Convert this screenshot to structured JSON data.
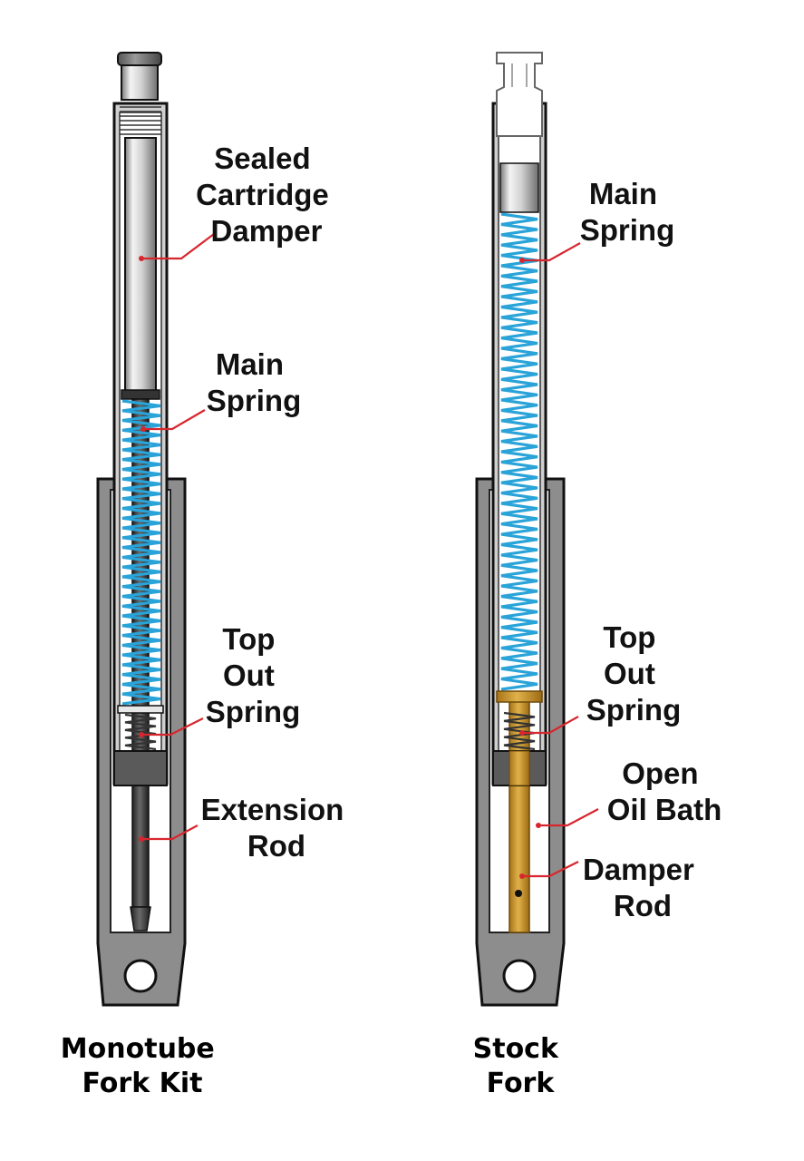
{
  "colors": {
    "spring": "#29a3d8",
    "leader": "#d8262e",
    "outline": "#111111",
    "lower_leg": "#8d8d8d",
    "damper_rod": "#c9962f"
  },
  "left_fork": {
    "labels": {
      "cartridge": [
        "Sealed",
        "Cartridge",
        "Damper"
      ],
      "main_spring": [
        "Main",
        "Spring"
      ],
      "top_out": [
        "Top",
        "Out",
        "Spring"
      ],
      "extension_rod": [
        "Extension",
        "Rod"
      ]
    },
    "caption": [
      "Monotube",
      "Fork Kit"
    ]
  },
  "right_fork": {
    "labels": {
      "main_spring": [
        "Main",
        "Spring"
      ],
      "top_out": [
        "Top",
        "Out",
        "Spring"
      ],
      "oil_bath": [
        "Open",
        "Oil Bath"
      ],
      "damper_rod": [
        "Damper",
        "Rod"
      ]
    },
    "caption": [
      "Stock",
      "Fork"
    ]
  }
}
